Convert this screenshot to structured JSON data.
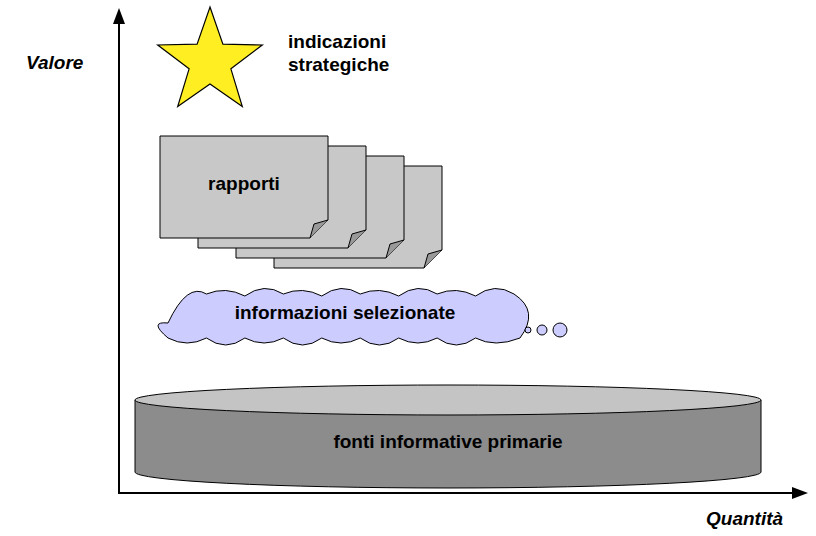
{
  "diagram": {
    "nodes": [
      {
        "text": [
          "indicazioni strategiche"
        ]
      },
      {
        "text": [
          "rapporti"
        ]
      },
      {
        "text": [
          "informazioni selezionate"
        ]
      },
      {
        "text": [
          "fonti informative primarie"
        ]
      }
    ],
    "labels": [
      "Valore",
      "Quantità"
    ]
  }
}
